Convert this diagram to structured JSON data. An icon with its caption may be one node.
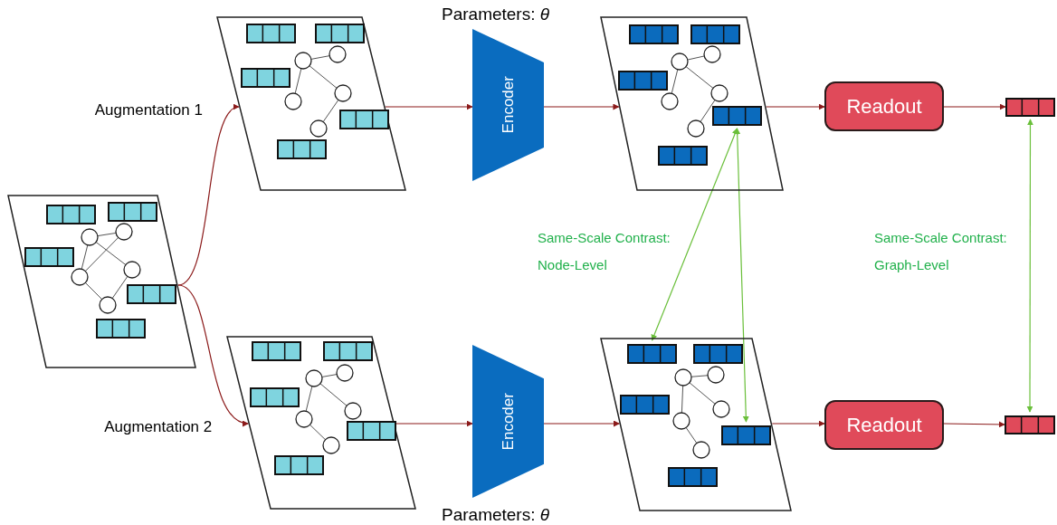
{
  "diagram": {
    "nodes": [
      {
        "text": [],
        "shape": "parallelogram"
      },
      {
        "text": [],
        "shape": "parallelogram"
      },
      {
        "text": [],
        "shape": "parallelogram"
      },
      {
        "text": [
          "Encoder"
        ],
        "beside": [
          "Parameters: *θ*"
        ]
      },
      {
        "text": [
          "Encoder"
        ],
        "beside": [
          "Parameters: *θ*"
        ]
      },
      {
        "text": [],
        "shape": "parallelogram"
      },
      {
        "text": [],
        "shape": "bar",
        "in": 5
      },
      {
        "text": [],
        "shape": "parallelogram"
      },
      {
        "text": [],
        "shape": "bar",
        "in": 7
      },
      {
        "text": [],
        "shape": "bar",
        "in": 7
      },
      {
        "text": [
          "Readout"
        ]
      },
      {
        "text": [
          "Readout"
        ]
      },
      {
        "text": [],
        "shape": "bar"
      },
      {
        "text": [],
        "shape": "bar"
      }
    ],
    "edges": [
      {
        "from": 0,
        "to": 1,
        "arrow": "to",
        "label": "Augmentation 1"
      },
      {
        "from": 0,
        "to": 2,
        "arrow": "to",
        "label": "Augmentation 2"
      },
      {
        "from": 1,
        "to": 3,
        "arrow": "to"
      },
      {
        "from": 2,
        "to": 4,
        "arrow": "to"
      },
      {
        "from": 3,
        "to": 5,
        "arrow": "to"
      },
      {
        "from": 4,
        "to": 7,
        "arrow": "to"
      },
      {
        "from": 5,
        "to": 10,
        "arrow": "to"
      },
      {
        "from": 7,
        "to": 11,
        "arrow": "to"
      },
      {
        "from": 10,
        "to": 12,
        "arrow": "to"
      },
      {
        "from": 11,
        "to": 13,
        "arrow": "to"
      },
      {
        "from": 6,
        "to": 8,
        "arrow": "both",
        "color": "#6abf3a"
      },
      {
        "from": 6,
        "to": 9,
        "arrow": "both",
        "color": "#6abf3a"
      },
      {
        "from": 12,
        "to": 13,
        "arrow": "both",
        "color": "#6abf3a"
      }
    ],
    "labels": [
      "Same-Scale Contrast: Node-Level",
      "Same-Scale Contrast: Graph-Level"
    ]
  }
}
